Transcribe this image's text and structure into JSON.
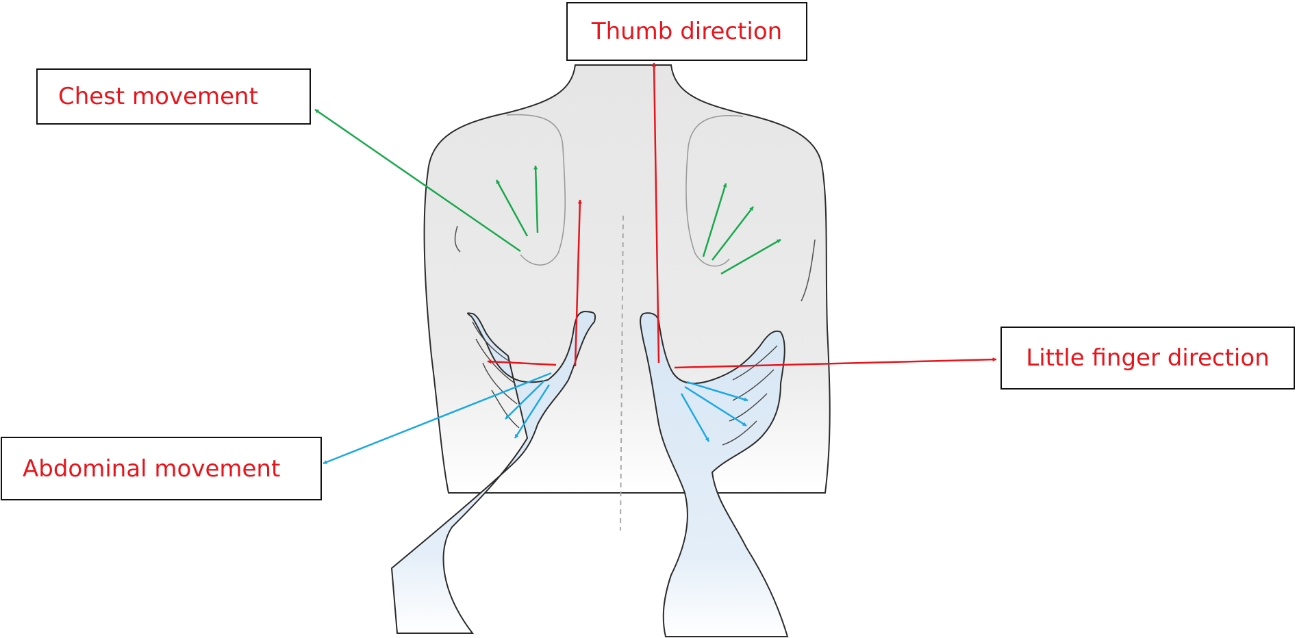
{
  "labels": {
    "thumb_direction": "Thumb direction",
    "chest_movement": "Chest movement",
    "little_finger_direction": "Little finger direction",
    "abdominal_movement": "Abdominal movement"
  },
  "colors": {
    "label_text": "#e8141b",
    "thumb_arrow": "#e8141b",
    "chest_arrow": "#18a84c",
    "abdominal_arrow": "#1ba9e1",
    "outline": "#2b2b2b",
    "body_fill": "#e7e7e7",
    "hand_fill": "#dce8f4"
  }
}
